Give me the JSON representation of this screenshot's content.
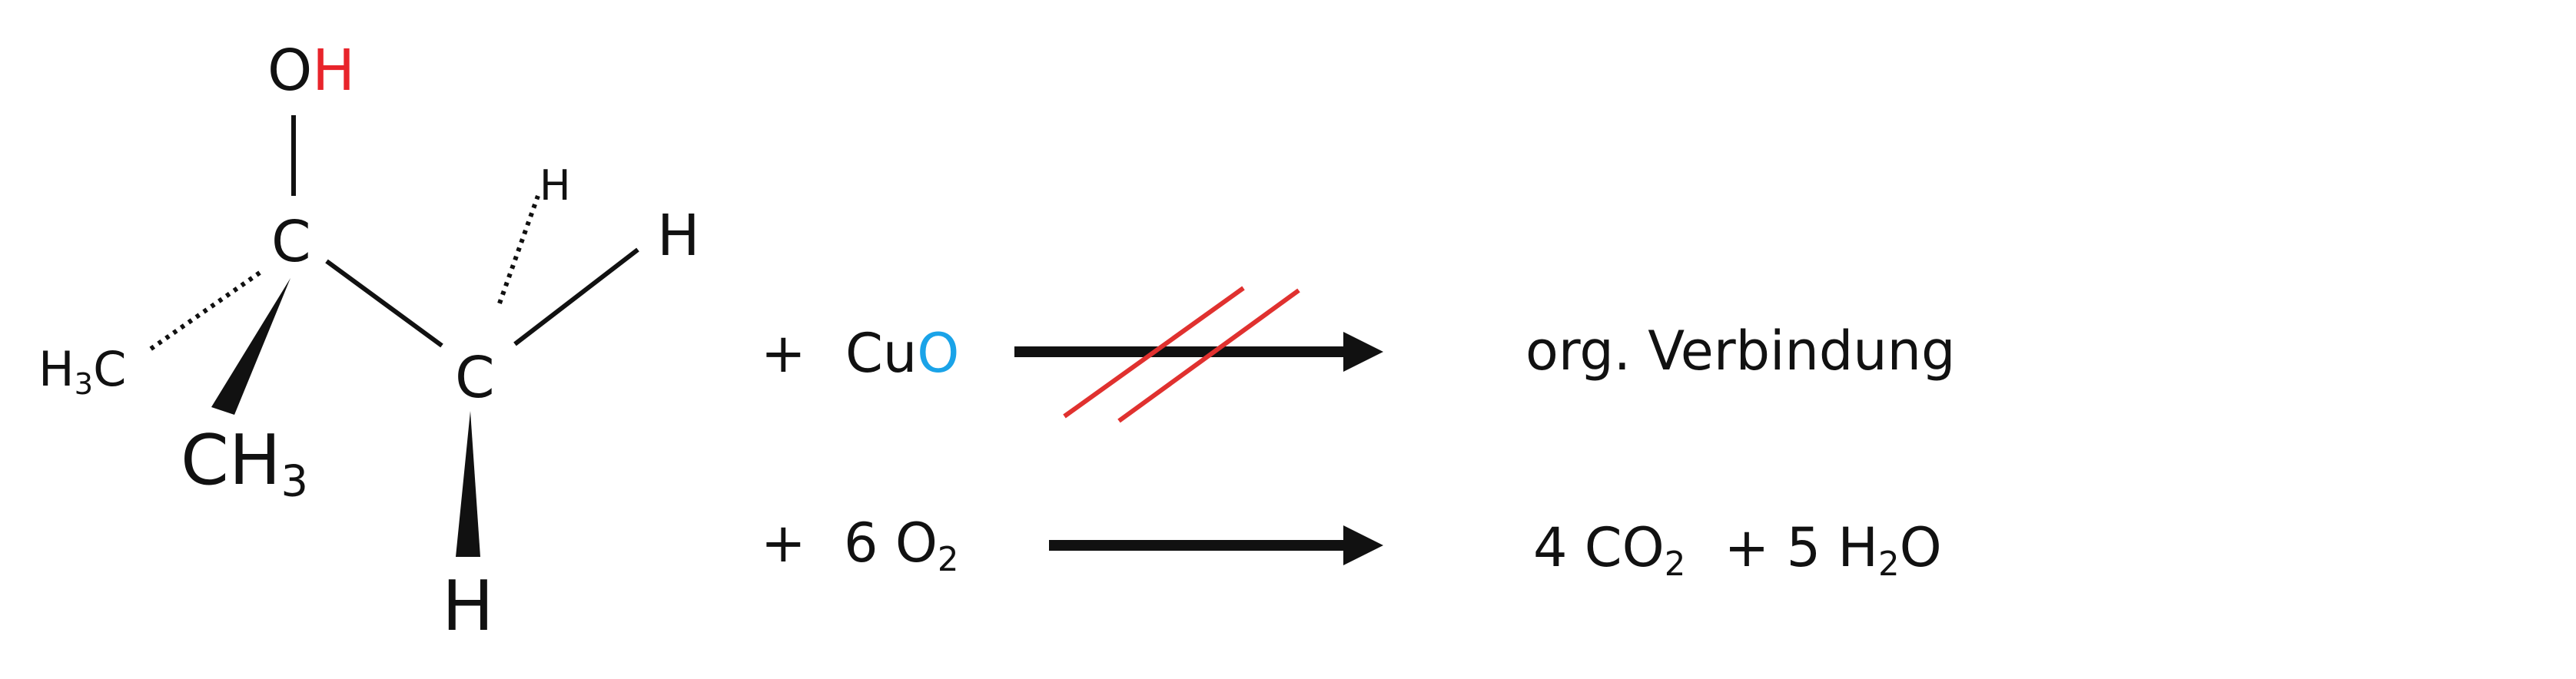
{
  "molecule": {
    "oh": {
      "o": "O",
      "h": "H"
    },
    "c_upper": "C",
    "c_lower": "C",
    "h3c_left": {
      "h": "H",
      "sub": "3",
      "c": "C"
    },
    "ch3_bottom": {
      "c": "CH",
      "sub": "3"
    },
    "h_dashed": "H",
    "h_right": "H",
    "h_bottom": "H"
  },
  "reaction_1": {
    "plus": "+",
    "reagent": {
      "cu": "Cu",
      "o": "O"
    },
    "product": "org. Verbindung",
    "blocked": true
  },
  "reaction_2": {
    "plus": "+",
    "reagent": {
      "coef": "6",
      "o": "O",
      "sub": "2"
    },
    "product": {
      "p1": "4 CO",
      "p1_sub": "2",
      "plus": "+",
      "p2_a": "5 H",
      "p2_sub": "2",
      "p2_b": "O"
    }
  },
  "colors": {
    "text": "#111111",
    "hydroxyl_h": "#e8242b",
    "cuo_oxygen": "#1aa3e8",
    "strike": "#e0312f"
  }
}
